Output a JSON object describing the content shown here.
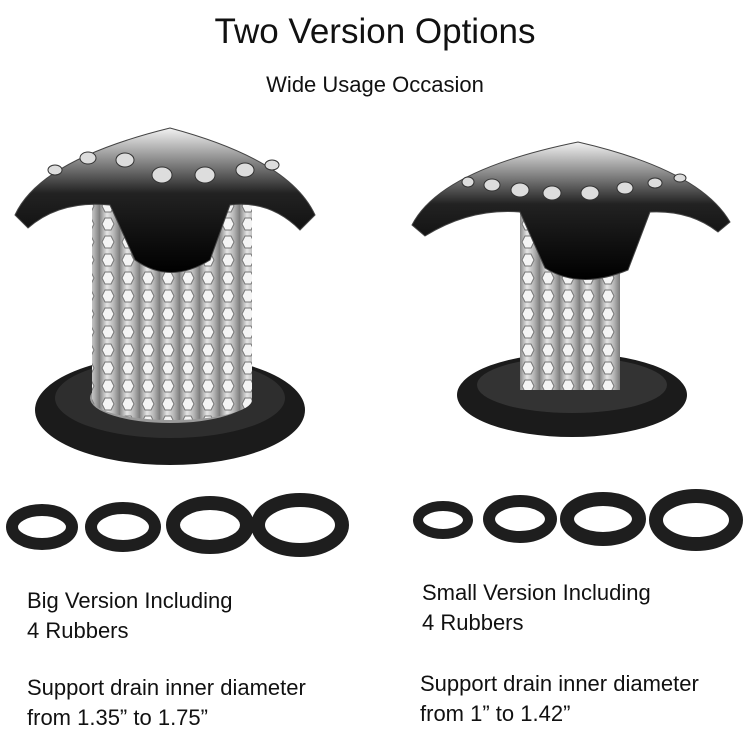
{
  "header": {
    "title": "Two Version Options",
    "subtitle": "Wide Usage Occasion"
  },
  "big_version": {
    "heading_line1": "Big Version Including",
    "heading_line2": "4 Rubbers",
    "support_line1": "Support drain inner diameter",
    "support_line2": "from 1.35” to 1.75”"
  },
  "small_version": {
    "heading_line1": "Small Version Including",
    "heading_line2": "4 Rubbers",
    "support_line1": "Support drain inner diameter",
    "support_line2": "from 1” to 1.42”"
  },
  "colors": {
    "rubber": "#1e1e1e",
    "steel": "#c8c8c8",
    "chrome_dark": "#111111"
  }
}
